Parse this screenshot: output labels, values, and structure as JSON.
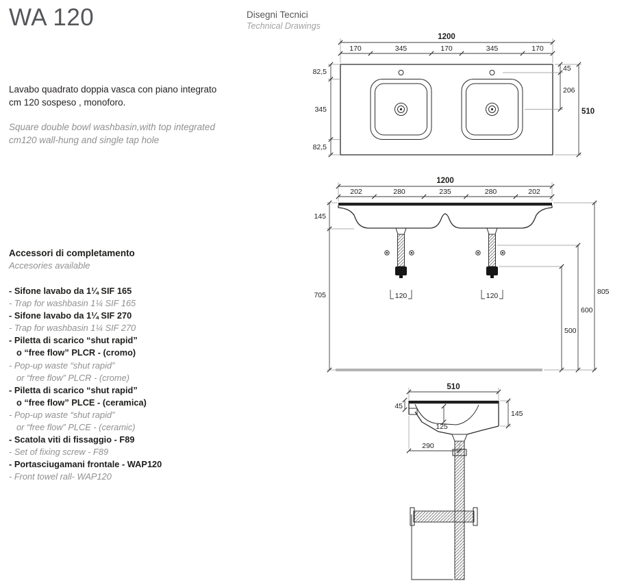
{
  "header": {
    "product": "WA 120",
    "section_it": "Disegni Tecnici",
    "section_en": "Technical Drawings"
  },
  "description": {
    "it_line1": "Lavabo quadrato doppia vasca con piano integrato",
    "it_line2": "cm 120 sospeso , monoforo.",
    "en_line1": "Square double bowl washbasin,with top integrated",
    "en_line2": "cm120 wall-hung and single tap hole"
  },
  "accessories": {
    "heading_it": "Accessori di completamento",
    "heading_en": "Accesories available",
    "lines": [
      {
        "style": "it",
        "text": "- Sifone lavabo da 1¼  SIF 165"
      },
      {
        "style": "en",
        "text": "- Trap for washbasin 1¼ SIF 165"
      },
      {
        "style": "it",
        "text": "- Sifone lavabo da 1¼  SIF 270"
      },
      {
        "style": "en",
        "text": "- Trap for washbasin 1¼ SIF 270"
      },
      {
        "style": "it",
        "text": "- Piletta di scarico “shut rapid”"
      },
      {
        "style": "it-cont",
        "text": "o “free flow” PLCR - (cromo)"
      },
      {
        "style": "en",
        "text": "- Pop-up waste “shut rapid”"
      },
      {
        "style": "en-cont",
        "text": "or “free flow” PLCR - (crome)"
      },
      {
        "style": "it",
        "text": "- Piletta di scarico “shut rapid”"
      },
      {
        "style": "it-cont",
        "text": "o “free flow” PLCE - (ceramica)"
      },
      {
        "style": "en",
        "text": "- Pop-up waste “shut rapid”"
      },
      {
        "style": "en-cont",
        "text": "or “free flow” PLCE - (ceramic)"
      },
      {
        "style": "it",
        "text": "- Scatola viti di fissaggio - F89"
      },
      {
        "style": "en",
        "text": "- Set of fixing screw - F89"
      },
      {
        "style": "it",
        "text": "- Portasciugamani frontale - WAP120"
      },
      {
        "style": "en",
        "text": "- Front towel rall- WAP120"
      }
    ]
  },
  "drawings": {
    "plan": {
      "total": "1200",
      "segs": [
        "170",
        "345",
        "170",
        "345",
        "170"
      ],
      "left": [
        "82,5",
        "345",
        "82,5"
      ],
      "right": [
        "45",
        "206",
        "510"
      ]
    },
    "front": {
      "total": "1200",
      "segs": [
        "202",
        "280",
        "235",
        "280",
        "202"
      ],
      "left": [
        "145",
        "705"
      ],
      "right": [
        "805",
        "600",
        "500"
      ],
      "trap": "120"
    },
    "side": {
      "total": "510",
      "back_offset": "45",
      "bowl_depth": "125",
      "drain_offset": "290",
      "front_height": "145"
    }
  }
}
